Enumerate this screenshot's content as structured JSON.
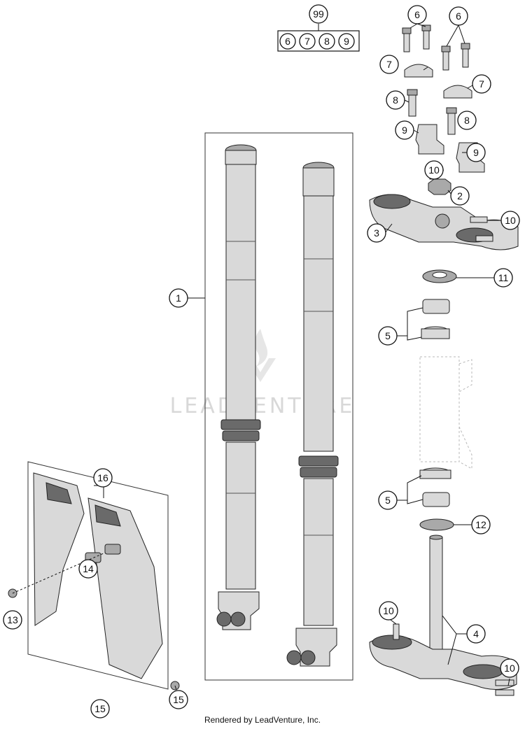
{
  "callouts": {
    "c1": "1",
    "c2": "2",
    "c3": "3",
    "c4": "4",
    "c5a": "5",
    "c5b": "5",
    "c6a": "6",
    "c6b": "6",
    "c7a": "7",
    "c7b": "7",
    "c8a": "8",
    "c8b": "8",
    "c9a": "9",
    "c9b": "9",
    "c10a": "10",
    "c10b": "10",
    "c10c": "10",
    "c10d": "10",
    "c11": "11",
    "c12": "12",
    "c13": "13",
    "c14": "14",
    "c15a": "15",
    "c15b": "15",
    "c16": "16"
  },
  "kit": {
    "number": "99",
    "items": [
      "6",
      "7",
      "8",
      "9"
    ]
  },
  "watermark": "LEADVENTURE",
  "footer": "Rendered by LeadVenture, Inc."
}
